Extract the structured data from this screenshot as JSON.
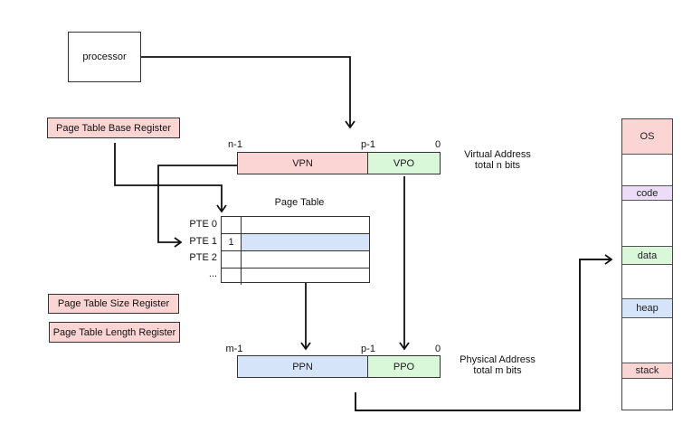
{
  "processor": {
    "label": "processor"
  },
  "registers": {
    "base": "Page Table Base Register",
    "size": "Page Table Size Register",
    "length": "Page Table Length Register"
  },
  "virtual_address": {
    "vpn": "VPN",
    "vpo": "VPO",
    "bit_left": "n-1",
    "bit_mid": "p-1",
    "bit_right": "0",
    "caption_line1": "Virtual Address",
    "caption_line2": "total n bits"
  },
  "physical_address": {
    "ppn": "PPN",
    "ppo": "PPO",
    "bit_left": "m-1",
    "bit_mid": "p-1",
    "bit_right": "0",
    "caption_line1": "Physical Address",
    "caption_line2": "total m bits"
  },
  "page_table": {
    "title": "Page Table",
    "row_labels": [
      "PTE 0",
      "PTE 1",
      "PTE 2",
      "..."
    ],
    "highlighted_row": "PTE 1",
    "highlighted_flag_value": "1"
  },
  "memory": {
    "segments": [
      {
        "label": "OS",
        "color": "#fbd4d4"
      },
      {
        "label": "",
        "color": "#ffffff"
      },
      {
        "label": "code",
        "color": "#ecdcf8"
      },
      {
        "label": "",
        "color": "#ffffff"
      },
      {
        "label": "data",
        "color": "#d9f7d9"
      },
      {
        "label": "",
        "color": "#ffffff"
      },
      {
        "label": "heap",
        "color": "#d5e4f9"
      },
      {
        "label": "",
        "color": "#ffffff"
      },
      {
        "label": "stack",
        "color": "#fbd4d4"
      },
      {
        "label": "",
        "color": "#ffffff"
      }
    ]
  },
  "colors": {
    "pink": "#fbd4d4",
    "green": "#d9f7d9",
    "blue": "#d5e4f9",
    "lavender": "#ecdcf8",
    "line": "#111111",
    "border": "#333333"
  }
}
